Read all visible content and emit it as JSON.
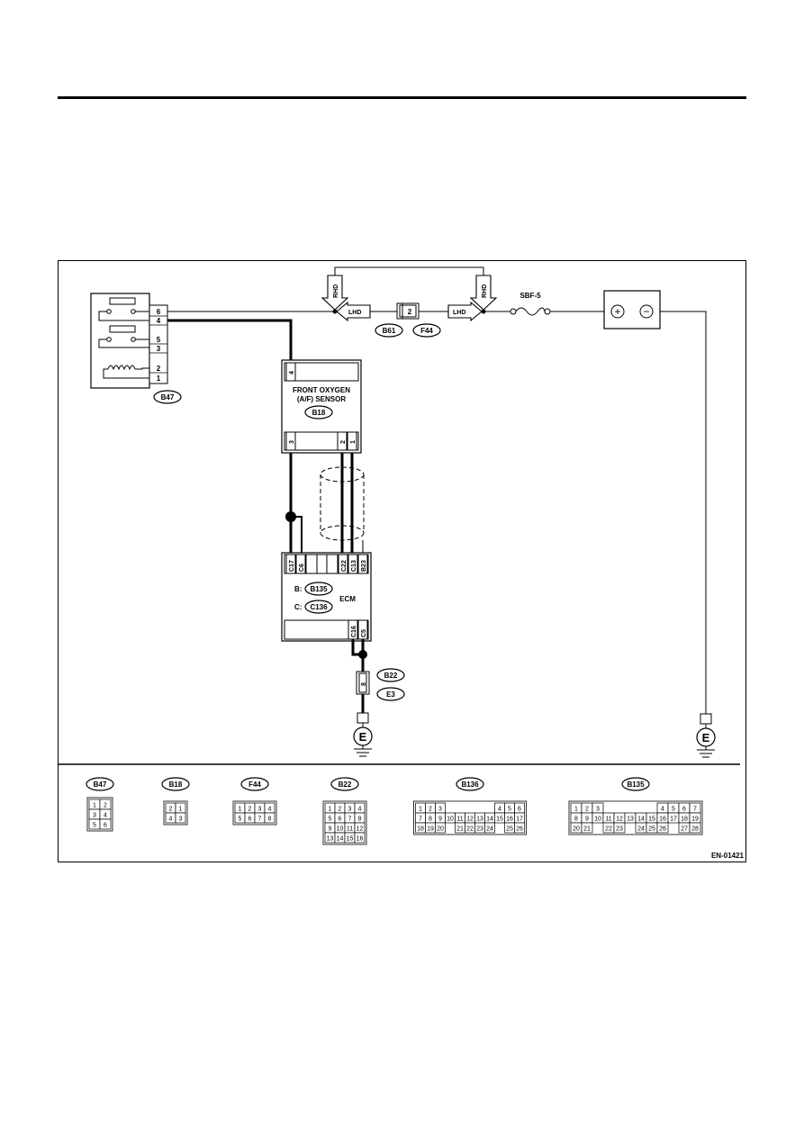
{
  "figure_code": "EN-01421",
  "components": {
    "b47_relay": {
      "connector": "B47",
      "pins": [
        "6",
        "4",
        "5",
        "3",
        "2",
        "1"
      ]
    },
    "sensor": {
      "title_line1": "FRONT OXYGEN",
      "title_line2": "(A/F) SENSOR",
      "connector": "B18",
      "pin_top": "4",
      "pins_bottom": [
        "3",
        "2",
        "1"
      ]
    },
    "ecm": {
      "title": "ECM",
      "connector_b_prefix": "B:",
      "connector_b": "B135",
      "connector_c_prefix": "C:",
      "connector_c": "C136",
      "pins_top": [
        "C17",
        "C6",
        "C22",
        "C13",
        "B23"
      ],
      "pins_bottom": [
        "C16",
        "C5"
      ]
    },
    "harness": {
      "rhd_label": "RHD",
      "lhd_label": "LHD",
      "connector_pin": "2",
      "conn_left": "B61",
      "conn_right": "F44"
    },
    "fuse": {
      "label": "SBF-5"
    },
    "battery": {
      "plus": "+",
      "minus": "−"
    },
    "ground_connector": {
      "pin": "8",
      "conn_a": "B22",
      "conn_b": "E3"
    },
    "ground_symbol": "E"
  },
  "connector_views": [
    {
      "name": "B47",
      "rows": [
        [
          "1",
          "2"
        ],
        [
          "3",
          "4"
        ],
        [
          "5",
          "6"
        ]
      ]
    },
    {
      "name": "B18",
      "rows": [
        [
          "2",
          "1"
        ],
        [
          "4",
          "3"
        ]
      ]
    },
    {
      "name": "F44",
      "rows": [
        [
          "1",
          "2",
          "3",
          "4"
        ],
        [
          "5",
          "6",
          "7",
          "8"
        ]
      ]
    },
    {
      "name": "B22",
      "rows": [
        [
          "1",
          "2",
          "3",
          "4"
        ],
        [
          "5",
          "6",
          "7",
          "8"
        ],
        [
          "9",
          "10",
          "11",
          "12"
        ],
        [
          "13",
          "14",
          "15",
          "16"
        ]
      ]
    },
    {
      "name": "B136",
      "rows": [
        [
          "1",
          "2",
          "3",
          "",
          "",
          "",
          "",
          "",
          "4",
          "5",
          "6"
        ],
        [
          "7",
          "8",
          "9",
          "10",
          "11",
          "12",
          "13",
          "14",
          "15",
          "16",
          "17"
        ],
        [
          "18",
          "19",
          "20",
          "",
          "21",
          "22",
          "23",
          "24",
          "",
          "25",
          "26"
        ]
      ]
    },
    {
      "name": "B135",
      "rows": [
        [
          "1",
          "2",
          "3",
          "",
          "",
          "",
          "",
          "",
          "4",
          "5",
          "6",
          "7"
        ],
        [
          "8",
          "9",
          "10",
          "11",
          "12",
          "13",
          "14",
          "15",
          "16",
          "17",
          "18",
          "19"
        ],
        [
          "20",
          "21",
          "",
          "22",
          "23",
          "",
          "24",
          "25",
          "26",
          "",
          "27",
          "28"
        ]
      ]
    }
  ]
}
